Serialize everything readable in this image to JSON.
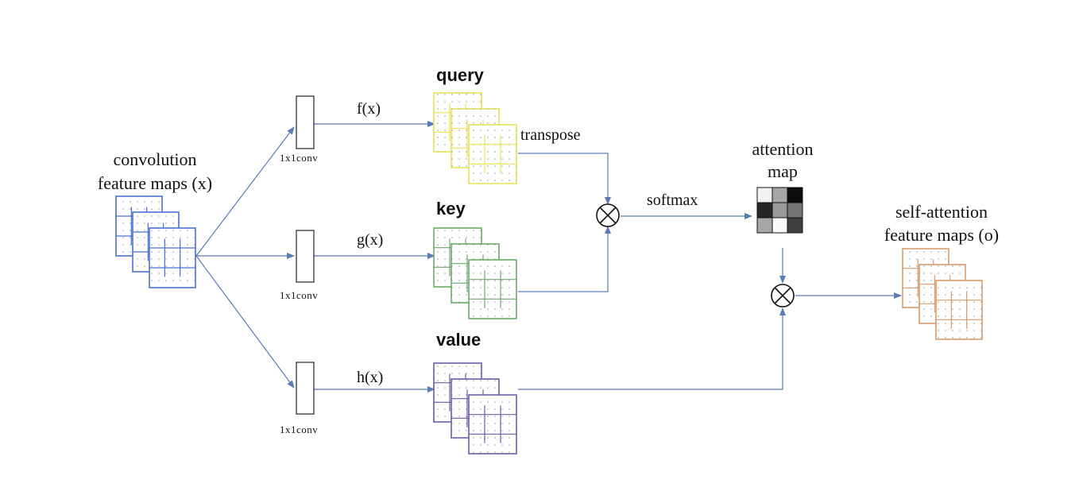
{
  "labels": {
    "input_title_line1": "convolution",
    "input_title_line2": "feature maps (x)",
    "query_title": "query",
    "key_title": "key",
    "value_title": "value",
    "f_fn": "f(x)",
    "g_fn": "g(x)",
    "h_fn": "h(x)",
    "conv_label": "1x1conv",
    "transpose": "transpose",
    "softmax": "softmax",
    "attention_line1": "attention",
    "attention_line2": "map",
    "output_line1": "self-attention",
    "output_line2": "feature maps (o)"
  },
  "colors": {
    "input_stack": "#4a6fd6",
    "query_stack": "#e8e05a",
    "key_stack": "#6aa86a",
    "value_stack": "#6f5aa8",
    "output_stack": "#d99a6c",
    "arrows": "#5b7bb5"
  },
  "attention_map_cells": [
    [
      0.05,
      0.35,
      0.95
    ],
    [
      0.85,
      0.4,
      0.55
    ],
    [
      0.35,
      0.02,
      0.75
    ]
  ],
  "icons": {
    "multiply": "circled-times-icon"
  }
}
